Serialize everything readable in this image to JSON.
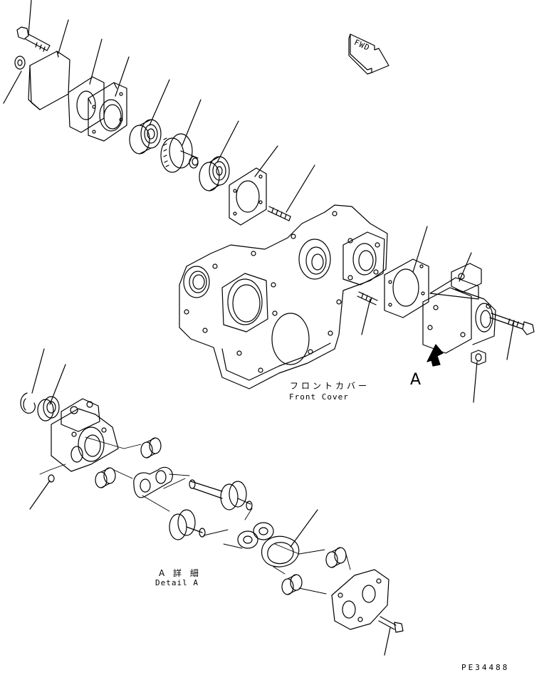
{
  "direction_marker": "FWD",
  "front_cover": {
    "jp": "フロントカバー",
    "en": "Front Cover"
  },
  "view_marker": "A",
  "detail": {
    "jp": "A 詳 細",
    "en": "Detail A"
  },
  "drawing_number": "PE34488",
  "stroke_color": "#000000"
}
